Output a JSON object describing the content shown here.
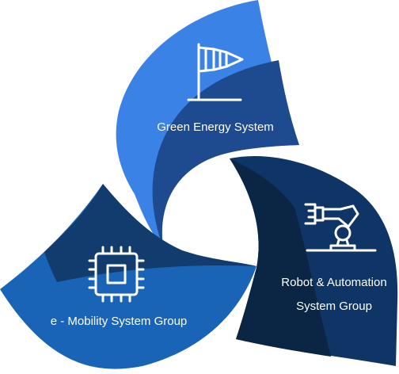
{
  "segments": [
    {
      "id": "green-energy",
      "label_lines": [
        "Green Energy System"
      ],
      "icon": "windsock-icon",
      "colors": {
        "light": "#3b82e6",
        "dark": "#1e4a8f"
      }
    },
    {
      "id": "robot-automation",
      "label_lines": [
        "Robot & Automation",
        "System Group"
      ],
      "icon": "robot-arm-icon",
      "colors": {
        "light": "#0f3566",
        "dark": "#0b2545"
      }
    },
    {
      "id": "e-mobility",
      "label_lines": [
        "e - Mobility System Group"
      ],
      "icon": "chip-icon",
      "colors": {
        "light": "#1a64b8",
        "dark": "#123c6e"
      }
    }
  ]
}
